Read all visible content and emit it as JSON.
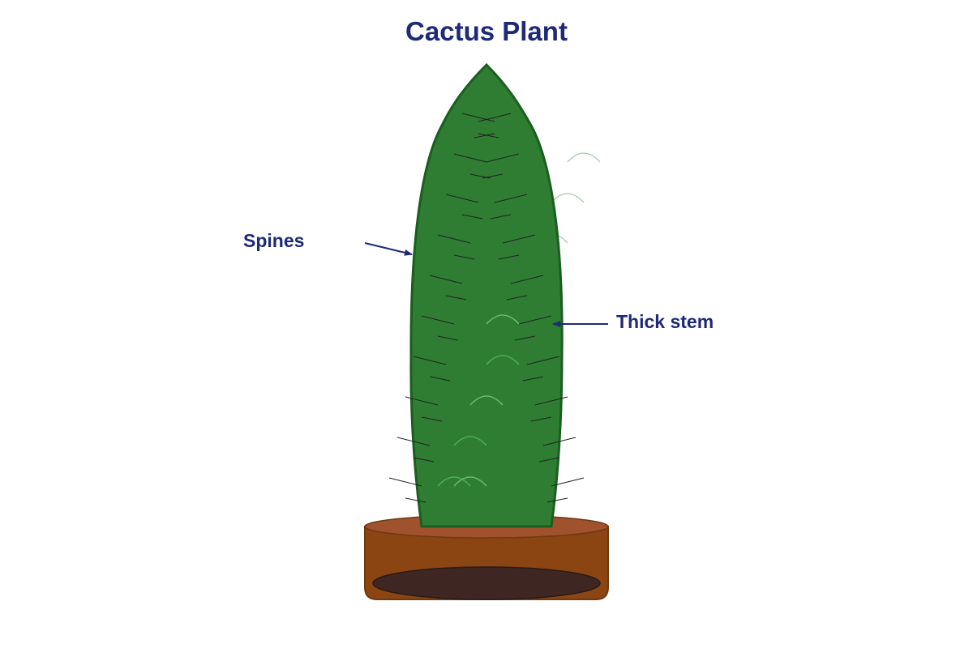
{
  "title": "Cactus Plant",
  "labels": {
    "spines": "Spines",
    "thick_stem": "Thick stem"
  },
  "colors": {
    "title": "#1e2a78",
    "label": "#1e2a78",
    "arrow": "#1e2a78",
    "stem_fill": "#2e7d32",
    "stem_outline": "#1b5e20",
    "spine": "#333333",
    "highlight": "#66bb6a",
    "faint_highlight": "#a5c9a5",
    "pot_body": "#8b4513",
    "pot_rim": "#a0522d",
    "pot_outline": "#6d3a12",
    "soil": "#3e2723"
  }
}
